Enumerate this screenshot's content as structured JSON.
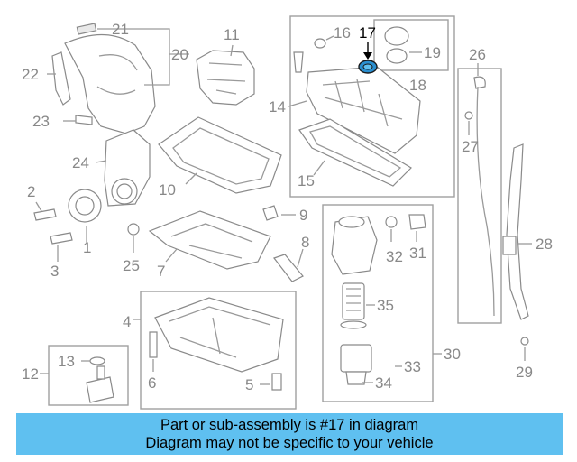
{
  "diagram": {
    "highlighted_part": "17",
    "highlight_color": "#5fc0f0",
    "callouts": [
      "1",
      "2",
      "3",
      "4",
      "5",
      "6",
      "7",
      "8",
      "9",
      "10",
      "11",
      "12",
      "13",
      "14",
      "15",
      "16",
      "17",
      "18",
      "19",
      "20",
      "21",
      "22",
      "23",
      "24",
      "25",
      "26",
      "27",
      "28",
      "29",
      "30",
      "31",
      "32",
      "33",
      "34",
      "35"
    ]
  },
  "banner": {
    "line1": "Part or sub-assembly is #17 in diagram",
    "line2": "Diagram may not be specific to your vehicle"
  }
}
